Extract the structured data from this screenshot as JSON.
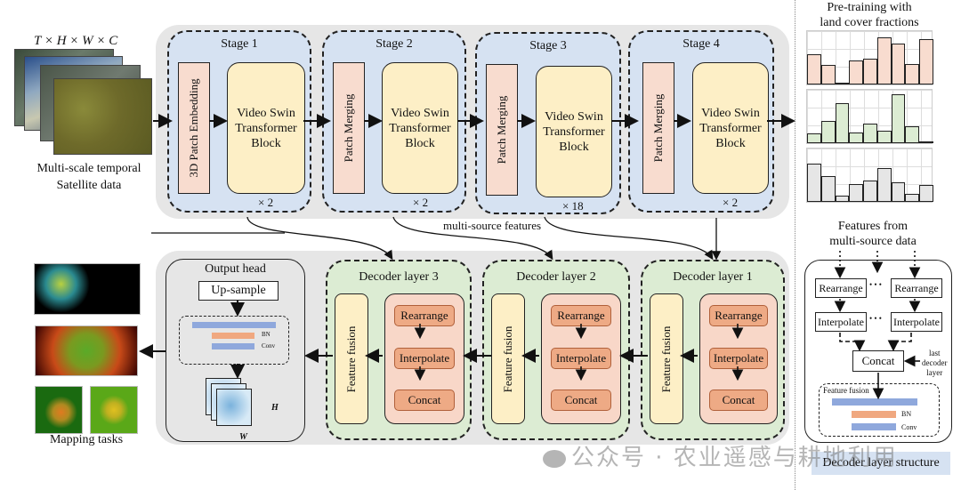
{
  "input": {
    "shape_label": "T × H × W × C",
    "caption_line1": "Multi-scale temporal",
    "caption_line2": "Satellite data"
  },
  "encoder": {
    "stages": [
      {
        "title": "Stage 1",
        "embed_label": "3D Patch Embedding",
        "block_label": [
          "Video Swin",
          "Transformer",
          "Block"
        ],
        "repeat": "× 2"
      },
      {
        "title": "Stage 2",
        "embed_label": "Patch Merging",
        "block_label": [
          "Video Swin",
          "Transformer",
          "Block"
        ],
        "repeat": "× 2"
      },
      {
        "title": "Stage 3",
        "embed_label": "Patch Merging",
        "block_label": [
          "Video Swin",
          "Transformer",
          "Block"
        ],
        "repeat": "× 18"
      },
      {
        "title": "Stage 4",
        "embed_label": "Patch Merging",
        "block_label": [
          "Video Swin",
          "Transformer",
          "Block"
        ],
        "repeat": "× 2"
      }
    ],
    "connector_label": "multi-source features"
  },
  "pretraining": {
    "title_line1": "Pre-training with",
    "title_line2": "land cover fractions",
    "charts": [
      {
        "color": "#f8dccf",
        "values": [
          0.55,
          0.36,
          0.01,
          0.43,
          0.47,
          0.86,
          0.74,
          0.37,
          0.83
        ]
      },
      {
        "color": "#dcecd3",
        "values": [
          0.17,
          0.4,
          0.72,
          0.2,
          0.36,
          0.23,
          0.88,
          0.3,
          0.01
        ]
      },
      {
        "color": "#e6e6e6",
        "values": [
          0.7,
          0.47,
          0.12,
          0.33,
          0.38,
          0.61,
          0.35,
          0.15,
          0.31
        ]
      }
    ]
  },
  "decoder": {
    "layers": [
      {
        "title": "Decoder layer 3",
        "fusion_label": "Feature fusion",
        "ops": [
          "Rearrange",
          "Interpolate",
          "Concat"
        ]
      },
      {
        "title": "Decoder layer 2",
        "fusion_label": "Feature fusion",
        "ops": [
          "Rearrange",
          "Interpolate",
          "Concat"
        ]
      },
      {
        "title": "Decoder layer 1",
        "fusion_label": "Feature fusion",
        "ops": [
          "Rearrange",
          "Interpolate",
          "Concat"
        ]
      }
    ]
  },
  "output_head": {
    "title": "Output head",
    "upsample_label": "Up-sample",
    "bn_label": "BN",
    "conv_label": "Conv",
    "h_label": "H",
    "w_label": "W"
  },
  "mapping": {
    "caption": "Mapping tasks"
  },
  "decoder_structure": {
    "header_line1": "Features from",
    "header_line2": "multi-source data",
    "rearrange_label": "Rearrange",
    "interpolate_label": "Interpolate",
    "ellipsis": "• • •",
    "concat_label": "Concat",
    "side_line1": "last",
    "side_line2": "decoder",
    "side_line3": "layer",
    "fusion_label": "Feature fusion",
    "bn_label": "BN",
    "conv_label": "Conv",
    "caption": "Decoder layer structure"
  },
  "watermark": "公众号 · 农业遥感与耕地利用",
  "colors": {
    "stage_bg": "#d6e2f2",
    "decoder_bg": "#dcecd3",
    "block_bg": "#fdefc6",
    "embed_bg": "#f8dccf",
    "op_bg": "#eeaa85",
    "panel_bg": "#e6e6e6",
    "bar_blue": "#8fa8dc",
    "bar_orange": "#f0a880"
  }
}
